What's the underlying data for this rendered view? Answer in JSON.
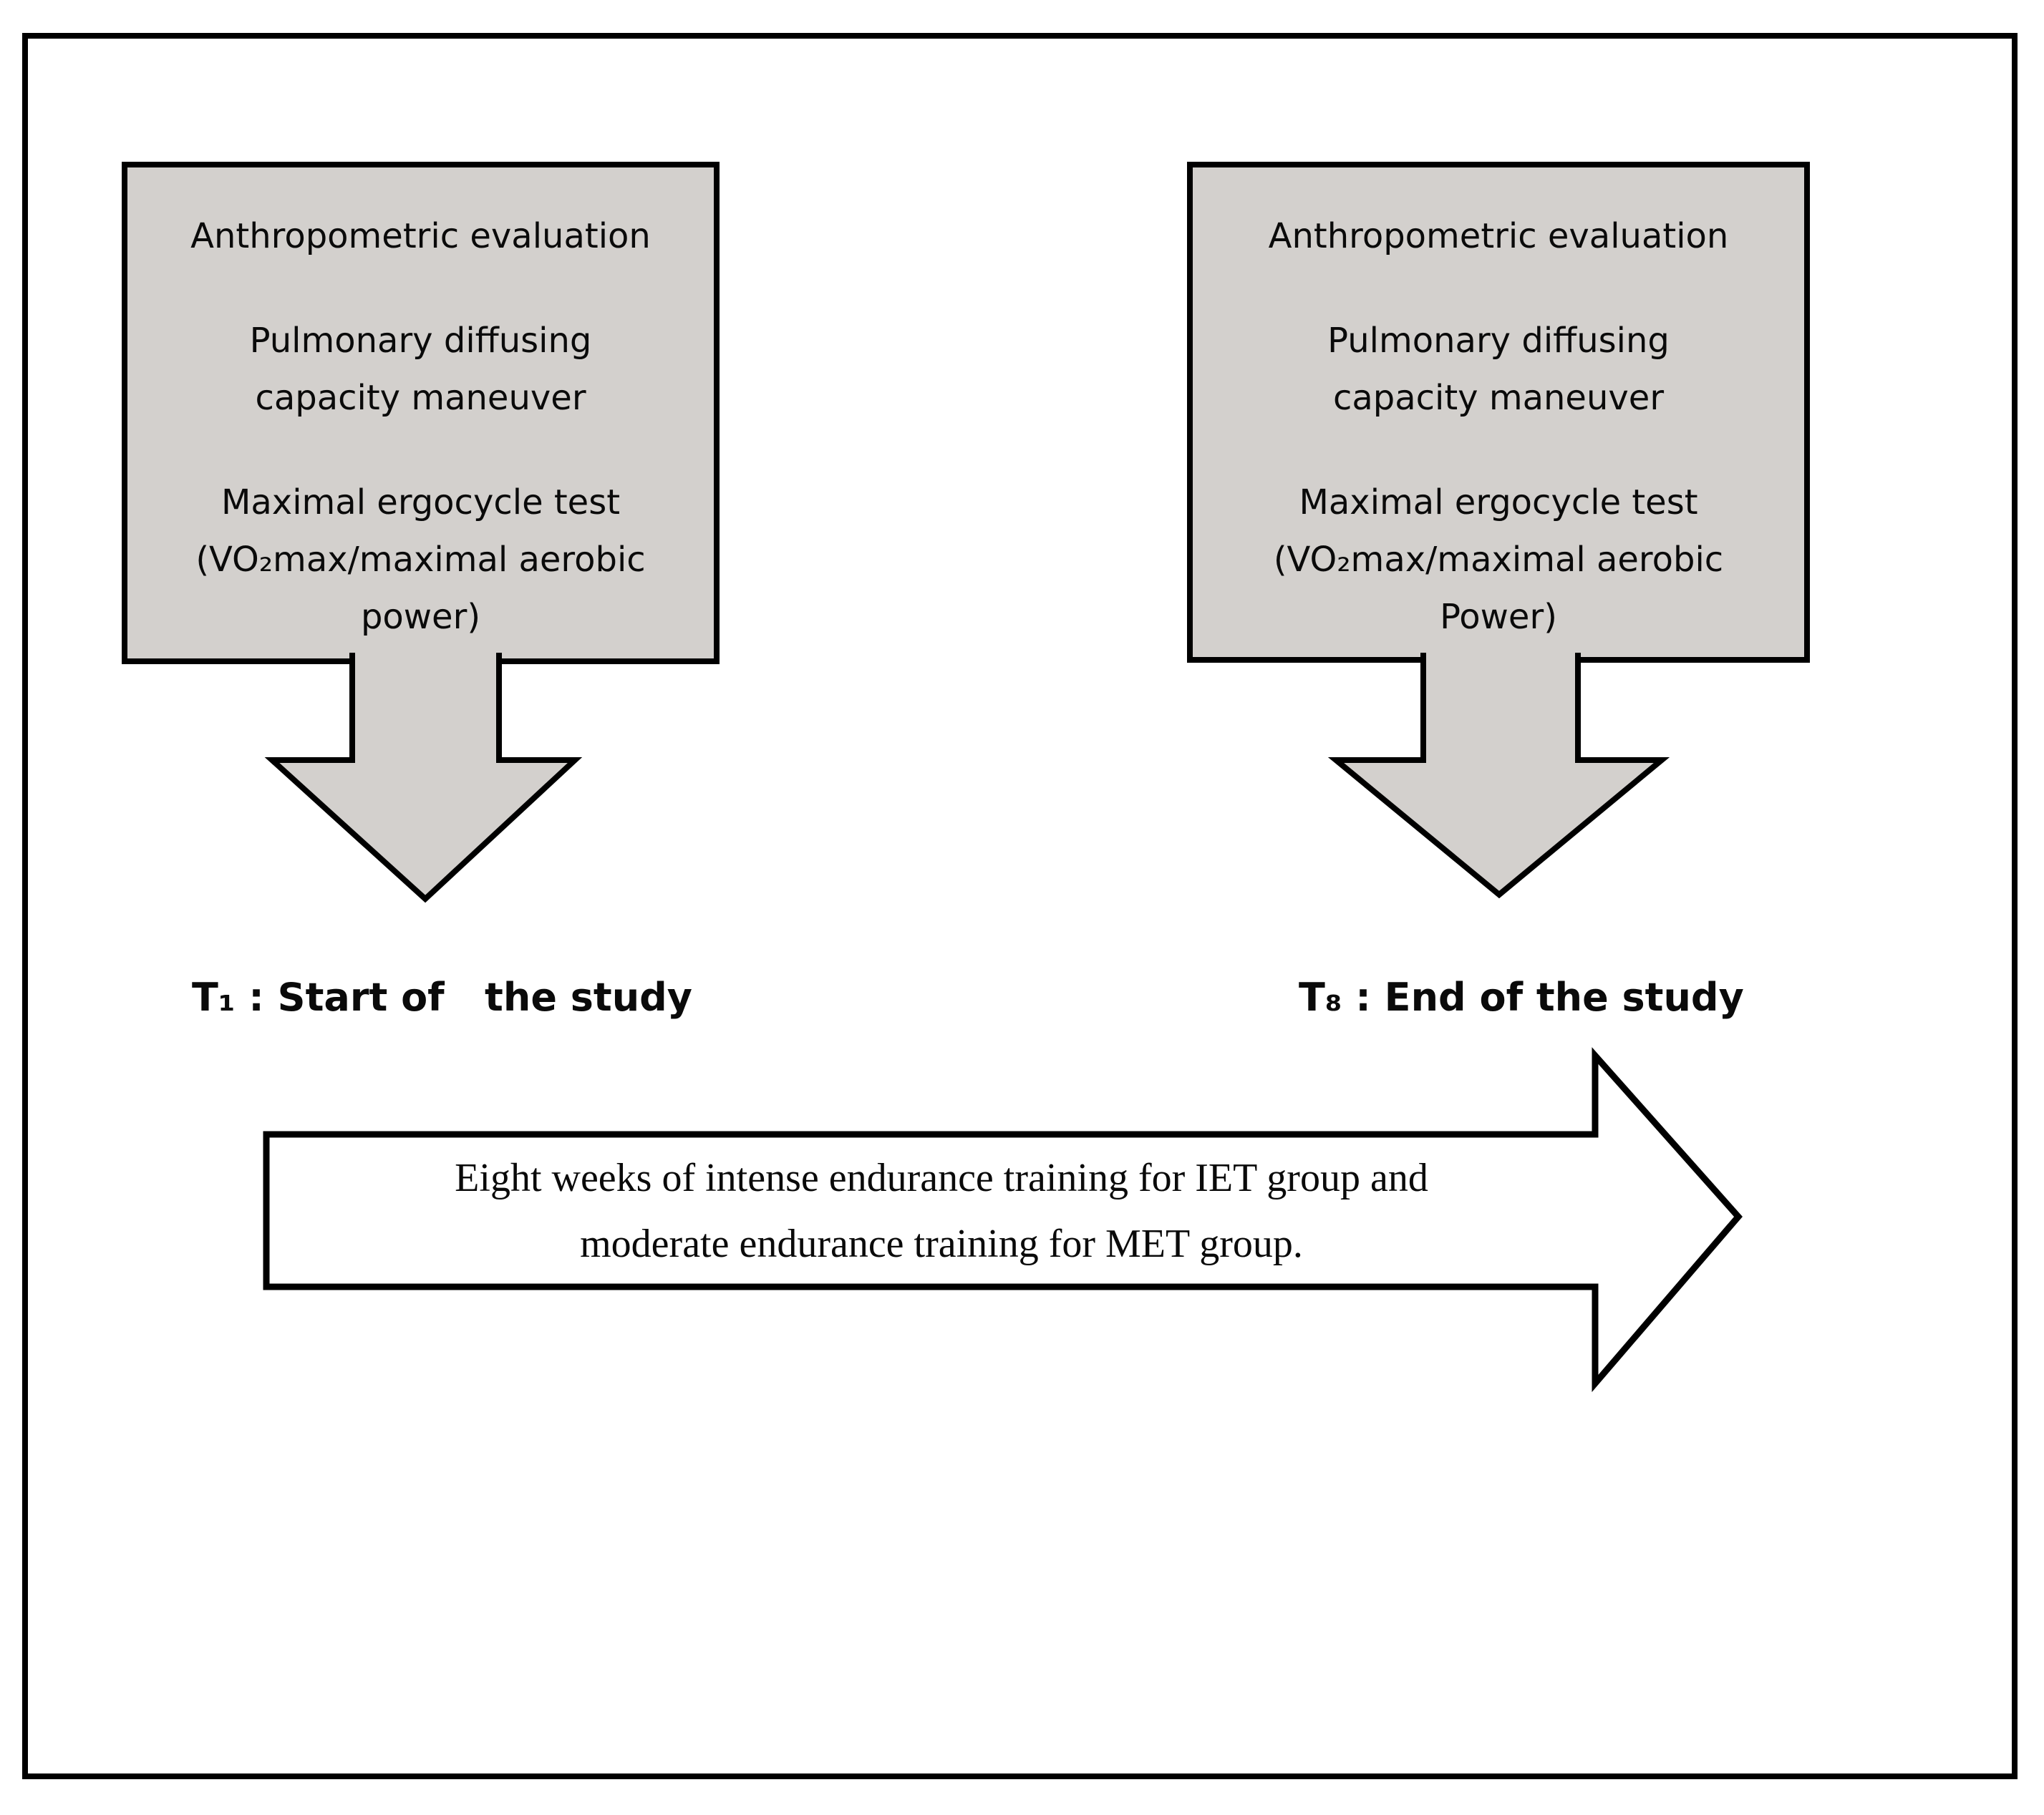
{
  "figure": {
    "background_color": "#ffffff",
    "outline_color": "#000000",
    "box_fill_color": "#d3d0cd",
    "arrow_fill_color": "#ffffff"
  },
  "left_box": {
    "line1": "Anthropometric evaluation",
    "line2": "Pulmonary diffusing\ncapacity maneuver",
    "line3": "Maximal ergocycle test\n(VO₂max/maximal aerobic\npower)"
  },
  "right_box": {
    "line1": "Anthropometric evaluation",
    "line2": "Pulmonary diffusing\ncapacity maneuver",
    "line3": "Maximal ergocycle test\n(VO₂max/maximal aerobic\nPower)"
  },
  "timepoints": {
    "t1": "T₁ : Start of   the study",
    "t8": "T₈ : End of the study"
  },
  "timeline_arrow": {
    "text": "Eight weeks of intense endurance training for IET group and\nmoderate endurance training for MET group."
  }
}
